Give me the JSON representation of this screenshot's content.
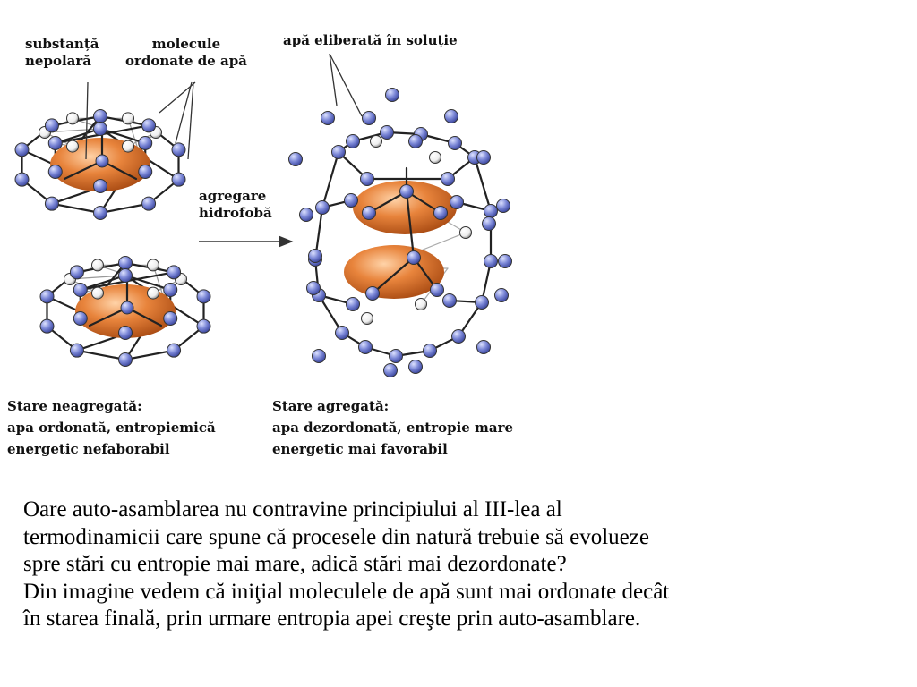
{
  "labels": {
    "substance": [
      "substanță",
      "nepolară"
    ],
    "molecules": [
      "molecule",
      "ordonate de apă"
    ],
    "released": "apă eliberată în soluție",
    "aggregation": [
      "agregare",
      "hidrofobă"
    ],
    "state_left": [
      "Stare neagregată:",
      "apa ordonată, entropiemică",
      "energetic nefaborabil"
    ],
    "state_right": [
      "Stare agregată:",
      "apa dezordonată, entropie mare",
      "energetic mai favorabil"
    ]
  },
  "paragraph": [
    "Oare auto-asamblarea nu contravine principiului al III-lea al",
    "termodinamicii care spune că procesele din natură trebuie să evolueze",
    "spre stări cu entropie mai mare, adică stări mai dezordonate?",
    "Din imagine vedem că iniţial moleculele de apă sunt mai ordonate decât",
    "în starea finală, prin urmare entropia apei creşte prin auto-asamblare."
  ],
  "colors": {
    "blob": "#e8843c",
    "water_blue": "#7a86d6",
    "water_white": "#f2f2f2",
    "bond": "#222222"
  }
}
